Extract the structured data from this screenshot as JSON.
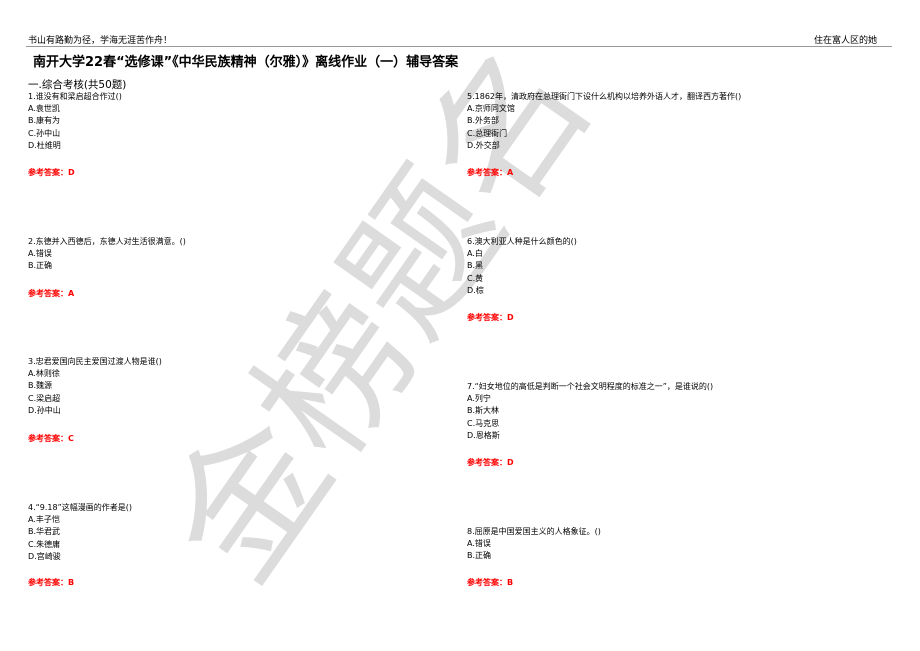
{
  "header": {
    "left_motto": "书山有路勤为径，学海无涯苦作舟！",
    "right_author": "住在富人区的她"
  },
  "title": "南开大学22春“选修课”《中华民族精神（尔雅）》离线作业（一）辅导答案",
  "section": "一.综合考核(共50题)",
  "watermark": "金榜题名",
  "answer_label": "参考答案：",
  "questions": [
    {
      "stem": "1.谁没有和梁启超合作过()",
      "options": [
        "A.袁世凯",
        "B.康有为",
        "C.孙中山",
        "D.杜维明"
      ],
      "answer": "参考答案：D"
    },
    {
      "stem": "2.东德并入西德后，东德人对生活很满意。()",
      "options": [
        "A.错误",
        "B.正确"
      ],
      "answer": "参考答案：A"
    },
    {
      "stem": "3.忠君爱国向民主爱国过渡人物是谁()",
      "options": [
        "A.林则徐",
        "B.魏源",
        "C.梁启超",
        "D.孙中山"
      ],
      "answer": "参考答案：C"
    },
    {
      "stem": "4.“9.18”这幅漫画的作者是()",
      "options": [
        "A.丰子恺",
        "B.华君武",
        "C.朱德庸",
        "D.宫崎骏"
      ],
      "answer": "参考答案：B"
    },
    {
      "stem": "5.1862年，清政府在总理衙门下设什么机构以培养外语人才，翻译西方著作()",
      "options": [
        "A.京师同文馆",
        "B.外务部",
        "C.总理衙门",
        "D.外交部"
      ],
      "answer": "参考答案：A"
    },
    {
      "stem": "6.澳大利亚人种是什么颜色的()",
      "options": [
        "A.白",
        "B.黑",
        "C.黄",
        "D.棕"
      ],
      "answer": "参考答案：D"
    },
    {
      "stem": "7.“妇女地位的高低是判断一个社会文明程度的标准之一”，是谁说的()",
      "options": [
        "A.列宁",
        "B.斯大林",
        "C.马克思",
        "D.恩格斯"
      ],
      "answer": "参考答案：D"
    },
    {
      "stem": "8.屈原是中国爱国主义的人格象征。()",
      "options": [
        "A.错误",
        "B.正确"
      ],
      "answer": "参考答案：B"
    }
  ]
}
